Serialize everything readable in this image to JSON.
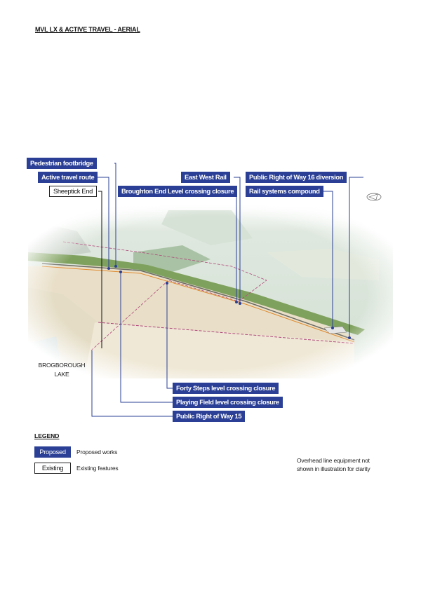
{
  "title": "MVL LX & ACTIVE TRAVEL - AERIAL",
  "callouts": {
    "pedestrian_footbridge": "Pedestrian footbridge",
    "active_travel_route": "Active travel route",
    "sheeptick_end": "Sheeptick End",
    "east_west_rail": "East West Rail",
    "broughton_end": "Broughton End Level crossing closure",
    "prow16": "Public Right of Way 16 diversion",
    "rail_compound": "Rail systems compound",
    "forty_steps": "Forty Steps level crossing closure",
    "playing_field": "Playing Field level crossing closure",
    "prow15": "Public Right of Way 15"
  },
  "place_label": {
    "line1": "BROGBOROUGH",
    "line2": "LAKE"
  },
  "legend": {
    "heading": "LEGEND",
    "items": [
      {
        "key": "Proposed",
        "desc": "Proposed works"
      },
      {
        "key": "Existing",
        "desc": "Existing features"
      }
    ]
  },
  "note": {
    "line1": "Overhead line equipment not",
    "line2": "shown in illustration for clarity"
  },
  "colors": {
    "proposed": "#2a3f95",
    "existing_border": "#222222"
  }
}
